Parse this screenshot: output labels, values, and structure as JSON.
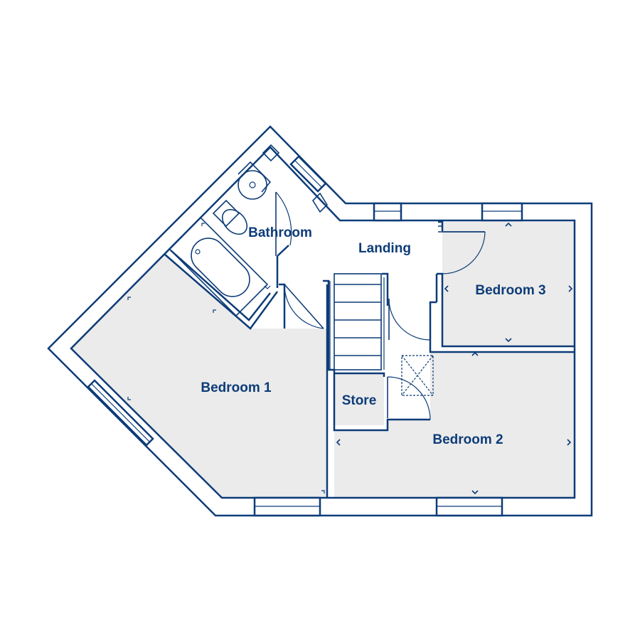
{
  "colors": {
    "line": "#0d3c78",
    "floor": "#ebebeb",
    "background": "#ffffff"
  },
  "rooms": {
    "bathroom": "Bathroom",
    "landing": "Landing",
    "bedroom1": "Bedroom 1",
    "bedroom2": "Bedroom 2",
    "bedroom3": "Bedroom 3",
    "store": "Store"
  },
  "icons": {
    "loft_hatch": "loft-hatch-icon",
    "wc": "toilet-icon",
    "basin": "basin-icon",
    "bath": "bath-icon",
    "stairs": "staircase-icon"
  }
}
